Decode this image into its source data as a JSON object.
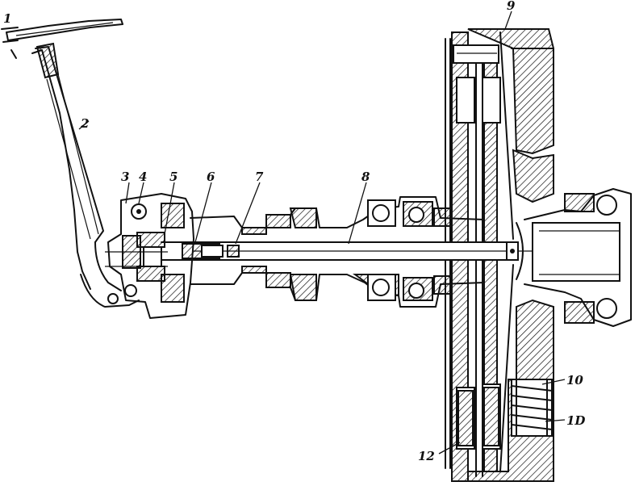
{
  "diagram": {
    "callouts": [
      {
        "id": "1",
        "text": "1"
      },
      {
        "id": "2",
        "text": "2"
      },
      {
        "id": "3",
        "text": "3"
      },
      {
        "id": "4",
        "text": "4"
      },
      {
        "id": "5",
        "text": "5"
      },
      {
        "id": "6",
        "text": "6"
      },
      {
        "id": "7",
        "text": "7"
      },
      {
        "id": "8",
        "text": "8"
      },
      {
        "id": "9",
        "text": "9"
      },
      {
        "id": "10a",
        "text": "10"
      },
      {
        "id": "10b",
        "text": "1D"
      },
      {
        "id": "12",
        "text": "12"
      }
    ]
  },
  "colors": {
    "ink": "#111111",
    "paper": "#ffffff"
  }
}
